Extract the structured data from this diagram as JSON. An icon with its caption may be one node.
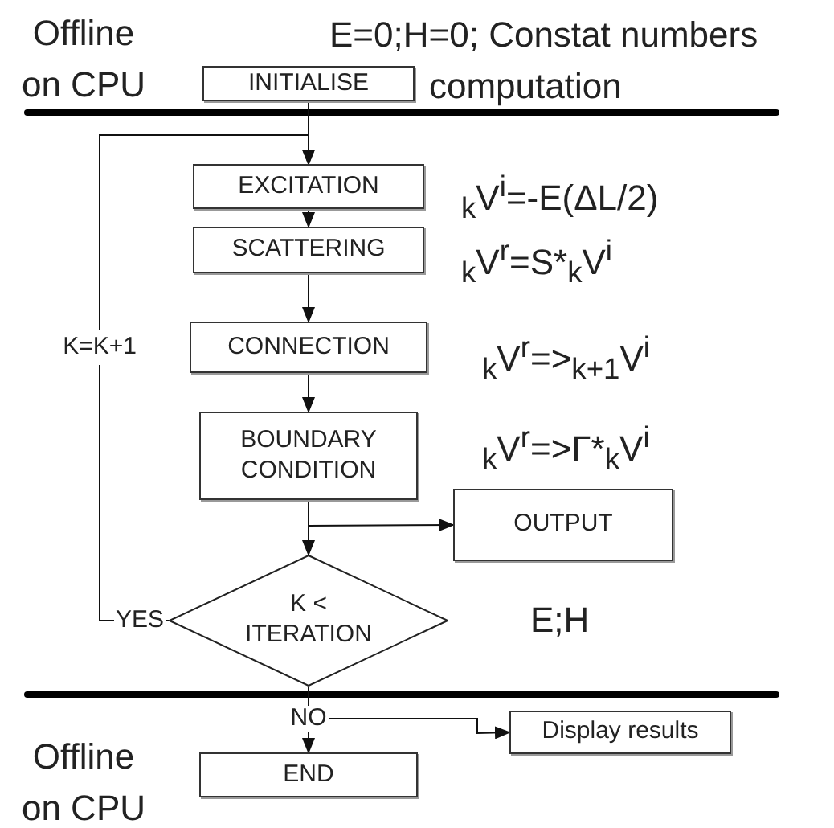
{
  "diagram": {
    "nodes": [
      {
        "text": [
          "INITIALISE"
        ],
        "beside": [
          "E=0;H=0; Constat numbers computation"
        ]
      },
      {
        "text": [
          "EXCITATION"
        ],
        "beside": [
          "$_{k}$V$^{i}$=-E(ΔL/2)"
        ]
      },
      {
        "text": [
          "SCATTERING"
        ],
        "beside": [
          "$_{k}$V$^{r}$=S*$_{k}$V$^{i}$"
        ]
      },
      {
        "text": [
          "CONNECTION"
        ],
        "beside": [
          "$_{k}$V$^{r}$=>$_{k+1}$V$^{i}$"
        ]
      },
      {
        "text": [
          "BOUNDARY CONDITION"
        ]
      },
      {
        "text": [
          "OUTPUT"
        ]
      },
      {
        "text": [
          "K < ITERATION"
        ]
      },
      {
        "text": [
          "END"
        ]
      },
      {
        "text": [
          "Display results"
        ]
      }
    ],
    "edges": [
      {
        "from": 0,
        "to": 1,
        "arrow": "to"
      },
      {
        "from": 1,
        "to": 2,
        "arrow": "to"
      },
      {
        "from": 2,
        "to": 3,
        "arrow": "to"
      },
      {
        "from": 3,
        "to": 4,
        "arrow": "to"
      },
      {
        "from": 4,
        "to": 6,
        "arrow": "to"
      },
      {
        "from": 4,
        "to": 5,
        "arrow": "to"
      },
      {
        "from": 6,
        "to": 1,
        "arrow": "to",
        "label": "YES"
      },
      {
        "from": 6,
        "to": 7,
        "arrow": "to",
        "label": "NO"
      },
      {
        "from": 6,
        "to": 8,
        "arrow": "to"
      }
    ],
    "labels": [
      "Offline on CPU",
      "K=K+1",
      "$_{k}$V$^{r}$=>Γ*$_{k}$V$^{i}$",
      "E;H",
      "Offline on CPU"
    ]
  }
}
